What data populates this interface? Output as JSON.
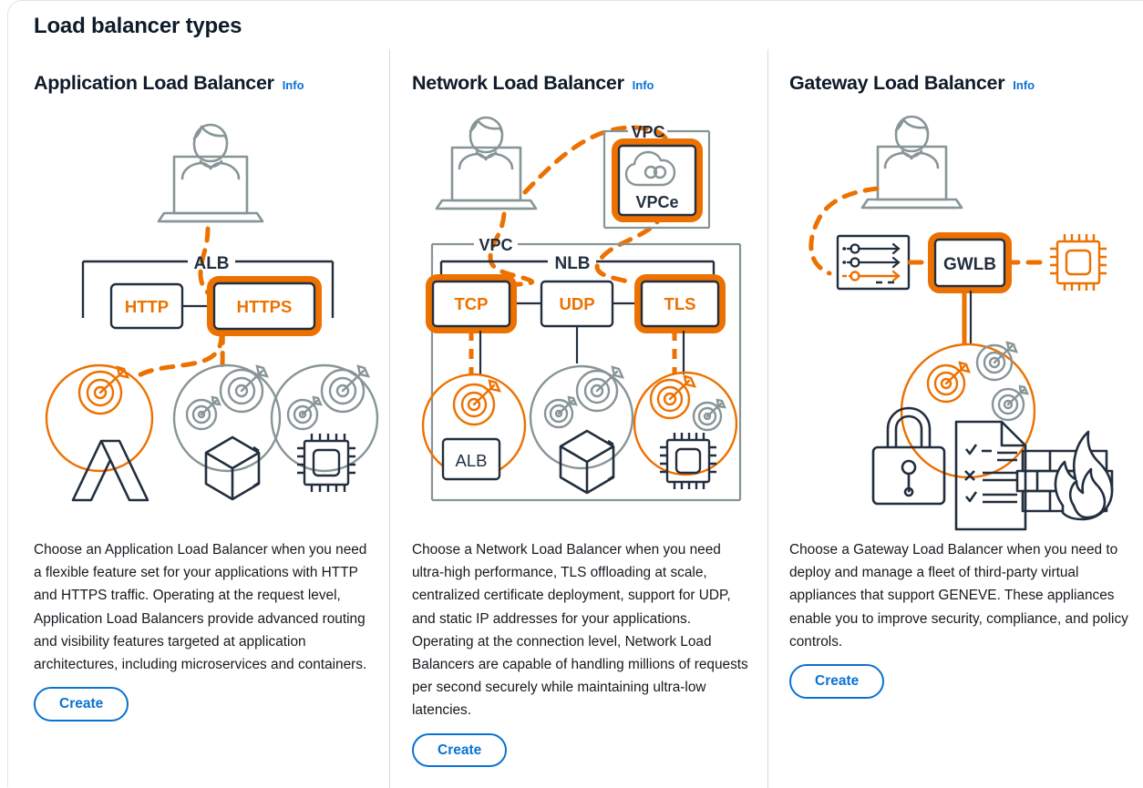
{
  "page": {
    "title": "Load balancer types",
    "colors": {
      "accent_orange": "#ed7100",
      "link_blue": "#0972d3",
      "text_dark": "#16191f",
      "gray_line": "#879596"
    }
  },
  "columns": [
    {
      "id": "alb",
      "title": "Application Load Balancer",
      "info_label": "Info",
      "description": "Choose an Application Load Balancer when you need a flexible feature set for your applications with HTTP and HTTPS traffic. Operating at the request level, Application Load Balancers provide advanced routing and visibility features targeted at application architectures, including microservices and containers.",
      "create_label": "Create",
      "diagram": {
        "container_label": "ALB",
        "nodes": [
          {
            "label": "HTTP",
            "highlighted": false
          },
          {
            "label": "HTTPS",
            "highlighted": true
          }
        ],
        "icons": [
          "user-laptop-icon",
          "target-group-lambda-icon",
          "target-group-container-icon",
          "target-group-instance-icon"
        ]
      }
    },
    {
      "id": "nlb",
      "title": "Network Load Balancer",
      "info_label": "Info",
      "description": "Choose a Network Load Balancer when you need ultra-high performance, TLS offloading at scale, centralized certificate deployment, support for UDP, and static IP addresses for your applications. Operating at the connection level, Network Load Balancers are capable of handling millions of requests per second securely while maintaining ultra-low latencies.",
      "create_label": "Create",
      "diagram": {
        "vpc_top_label": "VPC",
        "vpce_label": "VPCe",
        "vpc_bottom_label": "VPC",
        "container_label": "NLB",
        "target_alb_label": "ALB",
        "nodes": [
          {
            "label": "TCP",
            "highlighted": true
          },
          {
            "label": "UDP",
            "highlighted": false
          },
          {
            "label": "TLS",
            "highlighted": true
          }
        ],
        "icons": [
          "user-laptop-icon",
          "vpc-endpoint-cloud-icon",
          "target-group-alb-icon",
          "target-group-container-icon",
          "target-group-instance-icon"
        ]
      }
    },
    {
      "id": "gwlb",
      "title": "Gateway Load Balancer",
      "info_label": "Info",
      "description": "Choose a Gateway Load Balancer when you need to deploy and manage a fleet of third-party virtual appliances that support GENEVE. These appliances enable you to improve security, compliance, and policy controls.",
      "create_label": "Create",
      "diagram": {
        "container_label": "GWLB",
        "icons": [
          "user-laptop-icon",
          "route-table-icon",
          "instance-chip-icon",
          "target-group-appliance-icon",
          "padlock-icon",
          "compliance-checklist-icon",
          "firewall-icon"
        ]
      }
    }
  ]
}
